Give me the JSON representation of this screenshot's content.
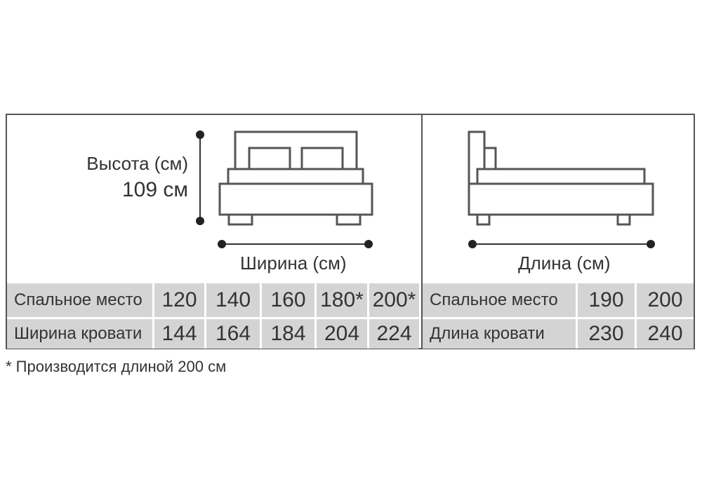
{
  "left_panel": {
    "height_label": "Высота (см)",
    "height_value": "109 см",
    "width_label": "Ширина (см)",
    "table": {
      "rows": [
        {
          "head": "Спальное место",
          "values": [
            "120",
            "140",
            "160",
            "180*",
            "200*"
          ]
        },
        {
          "head": "Ширина кровати",
          "values": [
            "144",
            "164",
            "184",
            "204",
            "224"
          ]
        }
      ]
    }
  },
  "right_panel": {
    "length_label": "Длина (см)",
    "table": {
      "rows": [
        {
          "head": "Спальное место",
          "values": [
            "190",
            "200"
          ]
        },
        {
          "head": "Длина кровати",
          "values": [
            "230",
            "240"
          ]
        }
      ]
    }
  },
  "footnote": "* Производится длиной 200 см",
  "colors": {
    "line": "#555555",
    "table_bg": "#d4d4d4",
    "dot": "#222222"
  }
}
